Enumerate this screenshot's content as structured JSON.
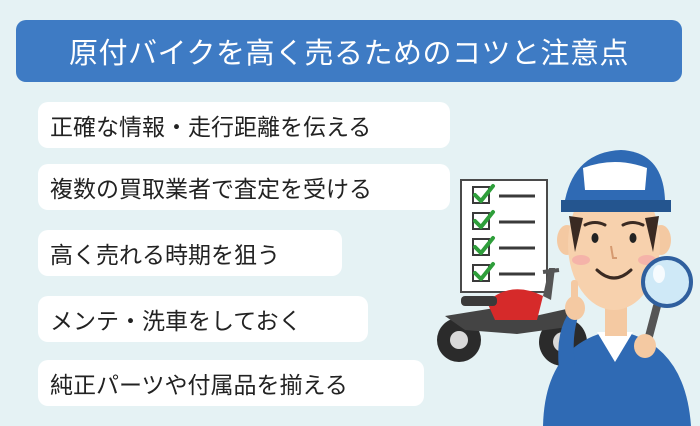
{
  "title": "原付バイクを高く売るためのコツと注意点",
  "tips": [
    "正確な情報・走行距離を伝える",
    "複数の買取業者で査定を受ける",
    "高く売れる時期を狙う",
    "メンテ・洗車をしておく",
    "純正パーツや付属品を揃える"
  ],
  "colors": {
    "background": "#e5f2f4",
    "title_banner": "#3e7bc4",
    "checkmark": "#2e9e3a",
    "mechanic_uniform": "#2f6ab4",
    "motorcycle_tank": "#d62a2a"
  },
  "illustration": {
    "checklist_icon": "checklist-icon",
    "person_icon": "mechanic-icon",
    "tool_icon": "magnifying-glass-icon",
    "vehicle_icon": "motorcycle-icon"
  }
}
